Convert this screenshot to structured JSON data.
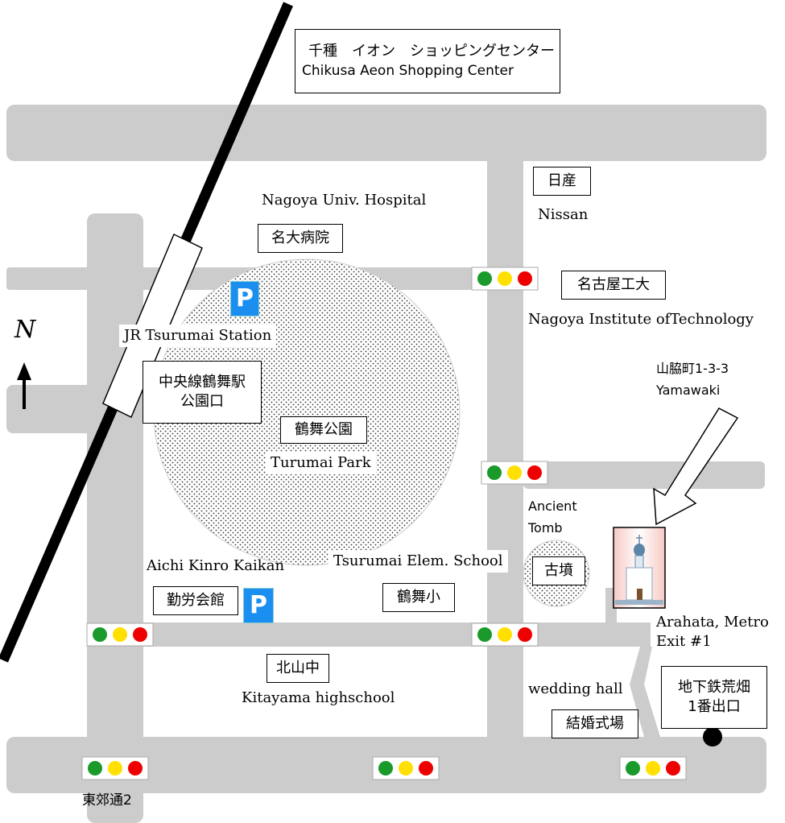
{
  "title_box": {
    "jp": "千種　イオン　ショッピングセンター",
    "en": "Chikusa   Aeon Shopping Center"
  },
  "north": {
    "label": "N"
  },
  "landmarks": {
    "hospital_en": "Nagoya Univ. Hospital",
    "hospital_jp": "名大病院",
    "nissan_jp": "日産",
    "nissan_en": "Nissan",
    "nit_jp": "名古屋工大",
    "nit_en": "Nagoya Institute ofTechnology",
    "station_en": "JR Tsurumai Station",
    "station_jp_line1": "中央線鶴舞駅",
    "station_jp_line2": "公園口",
    "park_jp": "鶴舞公園",
    "park_en": "Turumai Park",
    "address_jp": "山脇町1-3-3",
    "address_en": "Yamawaki",
    "tomb_en_line1": "Ancient",
    "tomb_en_line2": "Tomb",
    "tomb_jp": "古墳",
    "kinro_en": "Aichi Kinro Kaikan",
    "kinro_jp": "勤労会館",
    "school_en": "Tsurumai Elem. School",
    "school_jp": "鶴舞小",
    "metro_en_line1": "Arahata, Metro",
    "metro_en_line2": "Exit #1",
    "kitayama_jp": "北山中",
    "kitayama_en": "Kitayama highschool",
    "wedding_en": "wedding hall",
    "wedding_jp": "結婚式場",
    "metro_jp_line1": "地下鉄荒畑",
    "metro_jp_line2": "1番出口",
    "street": "東郊通2"
  },
  "parking": {
    "label": "P"
  },
  "colors": {
    "road": "#cccccc",
    "green": "#1a9a2a",
    "yellow": "#ffe000",
    "red": "#ee0000",
    "parking": "#1a8ff0"
  }
}
